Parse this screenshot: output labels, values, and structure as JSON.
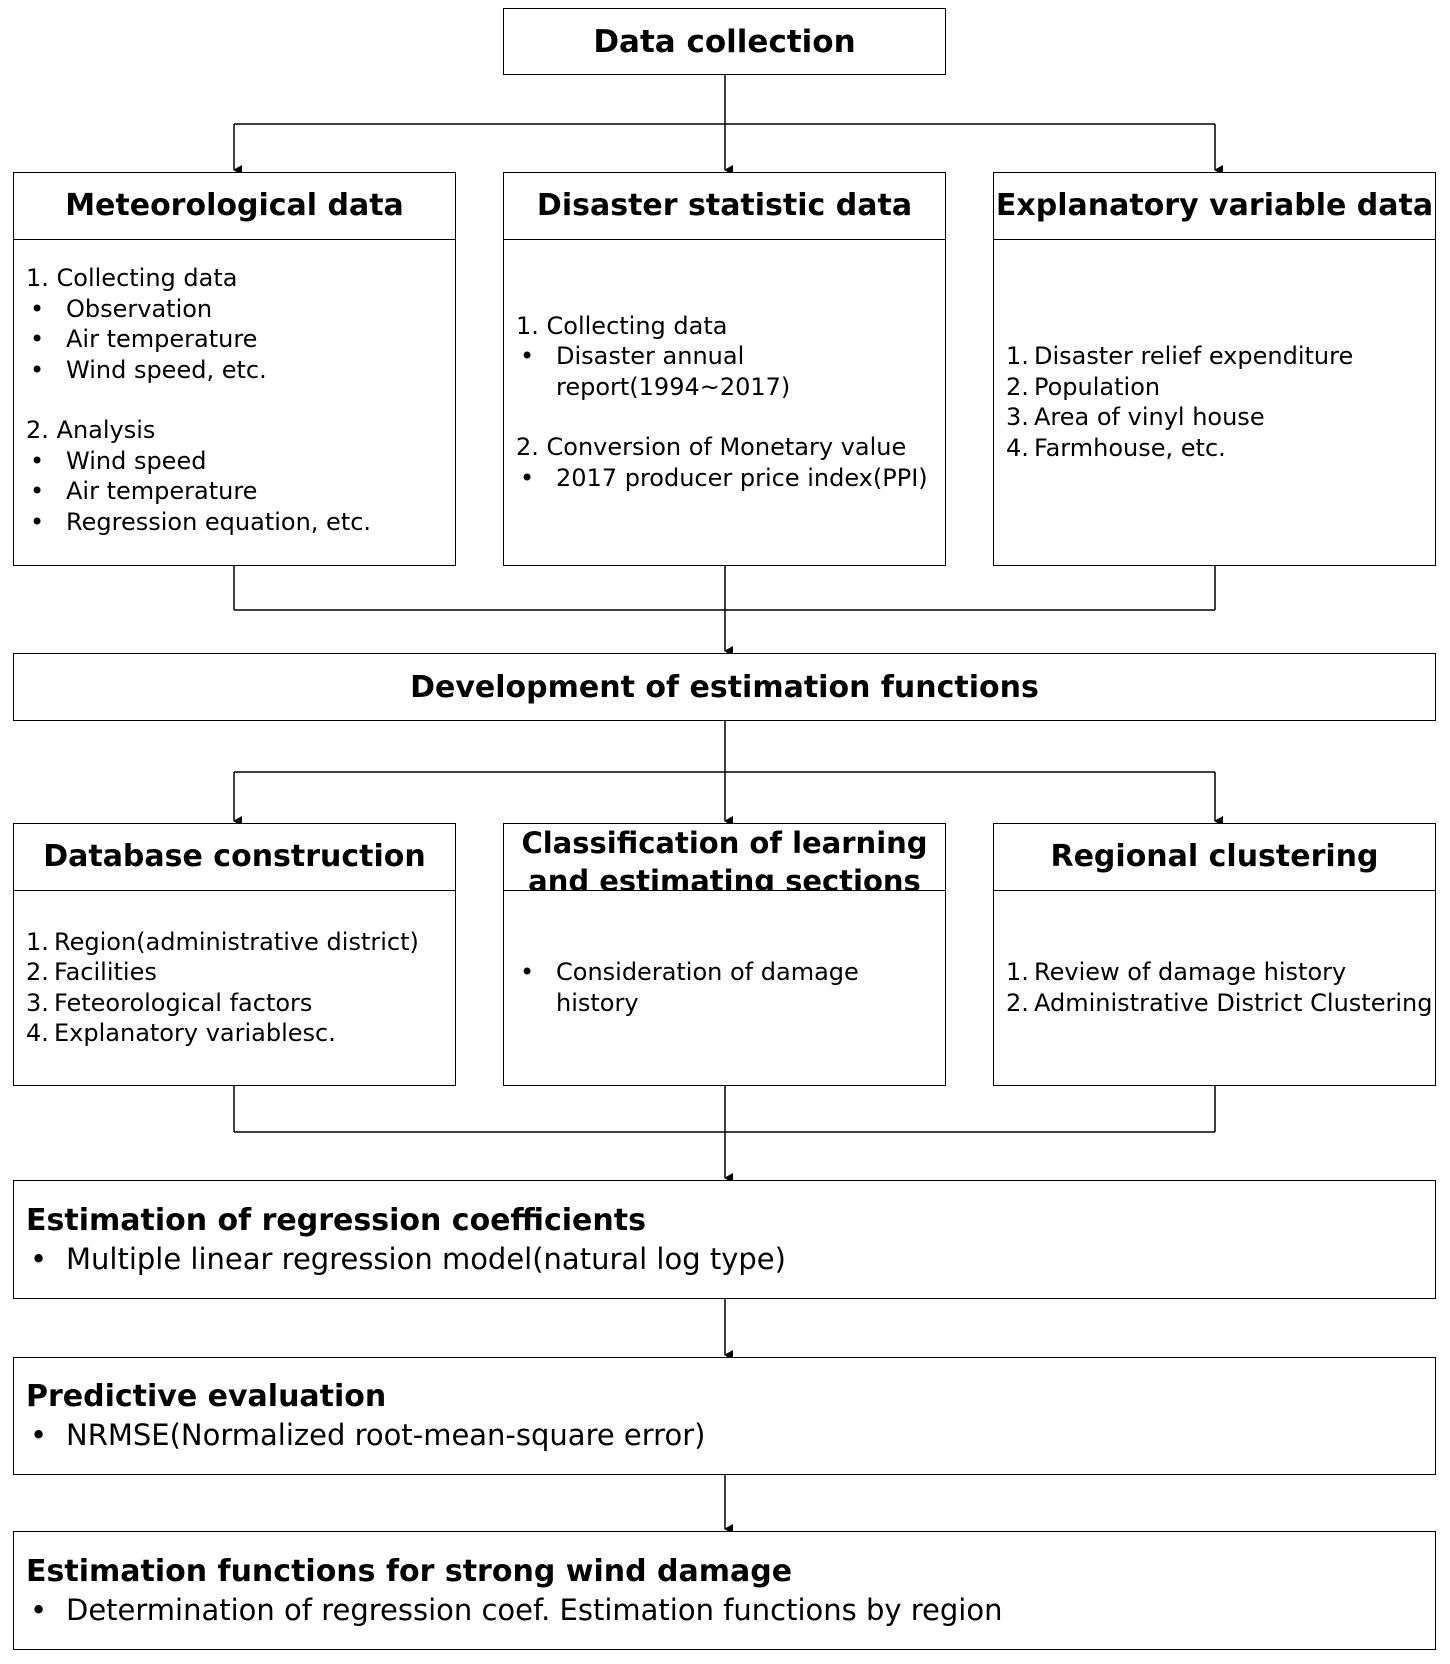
{
  "top": {
    "title": "Data collection"
  },
  "row1": [
    {
      "title": "Meteorological data",
      "sections": [
        {
          "heading": "1. Collecting data",
          "bullets": [
            "Observation",
            "Air temperature",
            "Wind speed, etc."
          ]
        },
        {
          "heading": "2. Analysis",
          "bullets": [
            "Wind speed",
            "Air temperature",
            "Regression equation, etc."
          ]
        }
      ]
    },
    {
      "title": "Disaster statistic data",
      "sections": [
        {
          "heading": "1. Collecting data",
          "bullets": [
            "Disaster annual\nreport(1994~2017)"
          ]
        },
        {
          "heading": "2. Conversion of Monetary value",
          "bullets": [
            "2017 producer price index(PPI)"
          ]
        }
      ]
    },
    {
      "title": "Explanatory variable data",
      "items": [
        "Disaster relief expenditure",
        "Population",
        "Area of vinyl house",
        "Farmhouse, etc."
      ]
    }
  ],
  "middle": {
    "title": "Development of estimation functions"
  },
  "row2": [
    {
      "title": "Database construction",
      "items": [
        "Region(administrative district)",
        "Facilities",
        "Feteorological factors",
        "Explanatory variablesc."
      ]
    },
    {
      "title": "Classification of learning and estimating sections",
      "bullets": [
        "Consideration of damage\nhistory"
      ]
    },
    {
      "title": "Regional clustering",
      "items": [
        "Review of damage history",
        "Administrative District Clustering"
      ]
    }
  ],
  "bottom": [
    {
      "title": "Estimation of regression coefficients",
      "bullet": "Multiple linear regression model(natural log type)"
    },
    {
      "title": "Predictive evaluation",
      "bullet": "NRMSE(Normalized root-mean-square error)"
    },
    {
      "title": "Estimation functions for strong wind damage",
      "bullet": "Determination of regression coef. Estimation functions by region"
    }
  ]
}
